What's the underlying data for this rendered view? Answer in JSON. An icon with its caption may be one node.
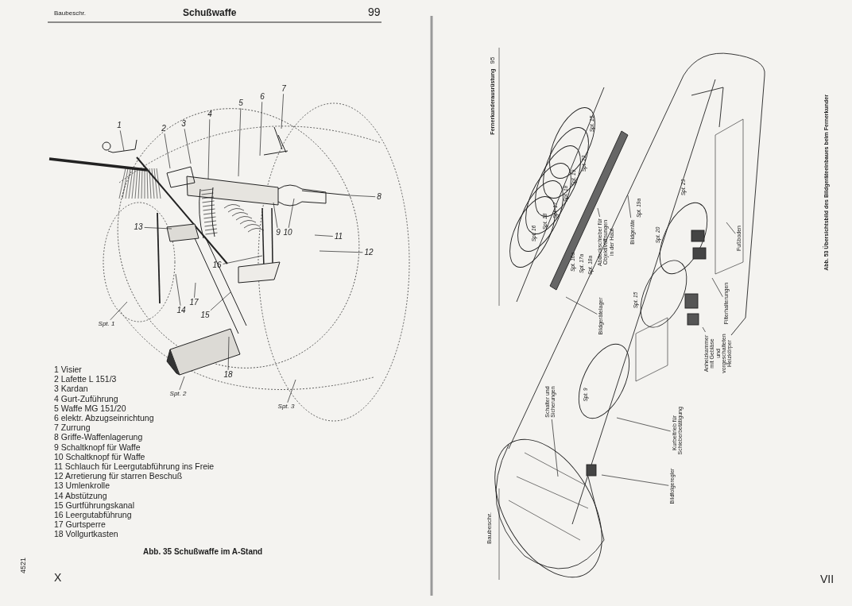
{
  "diagram": {
    "title": "Schußwaffe",
    "caption": "Abb. 35 Schußwaffe im A-Stand",
    "nodes": [
      {
        "text": [
          "1"
        ]
      },
      {
        "text": [
          "2"
        ]
      },
      {
        "text": [
          "3"
        ]
      },
      {
        "text": [
          "4"
        ]
      },
      {
        "text": [
          "5"
        ]
      },
      {
        "text": [
          "6"
        ]
      },
      {
        "text": [
          "7"
        ]
      },
      {
        "text": [
          "8"
        ]
      },
      {
        "text": [
          "9"
        ]
      },
      {
        "text": [
          "10"
        ]
      },
      {
        "text": [
          "11"
        ]
      },
      {
        "text": [
          "12"
        ]
      },
      {
        "text": [
          "13"
        ]
      },
      {
        "text": [
          "14"
        ]
      },
      {
        "text": [
          "15"
        ]
      },
      {
        "text": [
          "16"
        ]
      },
      {
        "text": [
          "17"
        ]
      },
      {
        "text": [
          "18"
        ]
      },
      {
        "text": [
          "Spt. 1"
        ]
      },
      {
        "text": [
          "Spt. 2"
        ]
      },
      {
        "text": [
          "Spt. 3"
        ]
      },
      {
        "text": [
          "Abdeckschieber für Objektivöffnungen in der Haut"
        ]
      },
      {
        "text": [
          "Bildgeräte"
        ]
      },
      {
        "text": [
          "Bildgerätelager"
        ]
      },
      {
        "text": [
          "Fußboden"
        ]
      },
      {
        "text": [
          "Filterhalterungen"
        ]
      },
      {
        "text": [
          "Anheizkammer mit Gebläse und vorgeschalteten Heizkörper"
        ]
      },
      {
        "text": [
          "Schalter und Sicherungen"
        ]
      },
      {
        "text": [
          "Kurbeltrieb für Schieberbetätigung"
        ]
      },
      {
        "text": [
          "Bildfolgeregler"
        ]
      }
    ],
    "edges": [
      {
        "from": 0,
        "to": null,
        "arrow": "none"
      },
      {
        "from": 1,
        "to": null,
        "arrow": "none"
      },
      {
        "from": 2,
        "to": null,
        "arrow": "none"
      },
      {
        "from": 3,
        "to": null,
        "arrow": "none"
      },
      {
        "from": 4,
        "to": null,
        "arrow": "none"
      },
      {
        "from": 5,
        "to": null,
        "arrow": "none"
      },
      {
        "from": 6,
        "to": null,
        "arrow": "none"
      },
      {
        "from": 7,
        "to": null,
        "arrow": "none"
      },
      {
        "from": 8,
        "to": null,
        "arrow": "none"
      },
      {
        "from": 9,
        "to": null,
        "arrow": "none"
      },
      {
        "from": 10,
        "to": null,
        "arrow": "none"
      },
      {
        "from": 11,
        "to": null,
        "arrow": "none"
      },
      {
        "from": 12,
        "to": null,
        "arrow": "none"
      },
      {
        "from": 13,
        "to": null,
        "arrow": "none"
      },
      {
        "from": 14,
        "to": null,
        "arrow": "none"
      },
      {
        "from": 15,
        "to": null,
        "arrow": "none"
      },
      {
        "from": 16,
        "to": null,
        "arrow": "none"
      },
      {
        "from": 17,
        "to": null,
        "arrow": "none"
      },
      {
        "from": 18,
        "to": null,
        "arrow": "none"
      },
      {
        "from": 19,
        "to": null,
        "arrow": "none"
      },
      {
        "from": 20,
        "to": null,
        "arrow": "none"
      },
      {
        "from": 21,
        "to": null,
        "arrow": "none"
      },
      {
        "from": 22,
        "to": null,
        "arrow": "none"
      },
      {
        "from": 23,
        "to": null,
        "arrow": "none"
      },
      {
        "from": 24,
        "to": null,
        "arrow": "none"
      },
      {
        "from": 25,
        "to": null,
        "arrow": "none"
      },
      {
        "from": 26,
        "to": null,
        "arrow": "none"
      },
      {
        "from": 27,
        "to": null,
        "arrow": "none"
      },
      {
        "from": 28,
        "to": null,
        "arrow": "none"
      },
      {
        "from": 29,
        "to": null,
        "arrow": "none"
      }
    ],
    "labels": [
      "Baubeschr.",
      "99",
      "1 Visier",
      "2 Lafette L 151/3",
      "3 Kardan",
      "4 Gurt-Zuführung",
      "5 Waffe MG 151/20",
      "6 elektr. Abzugseinrichtung",
      "7 Zurrung",
      "8 Griffe-Waffenlagerung",
      "9 Schaltknopf für Waffe",
      "10 Schaltknopf für Waffe",
      "11 Schlauch für Leergutabführung ins Freie",
      "12 Arretierung für starren Beschuß",
      "13 Umlenkrolle",
      "14 Abstützung",
      "15 Gurtführungskanal",
      "16 Leergutabführung",
      "17 Gurtsperre",
      "18 Vollgurtkasten",
      "X",
      "4521",
      "95",
      "Fernerkunderausrüstung",
      "Abb. 53 Übersichtsbild des Bildgeräteeinbaues beim Fernerkunder",
      "Spt. 16",
      "Spt. 18",
      "Spt. 17",
      "Spt. 18",
      "Spt. 19",
      "Spt. 23",
      "Spt. 15",
      "Spt. 16a",
      "Spt. 17a",
      "Spt. 18a",
      "Spt. 19a",
      "Spt. 20",
      "Spt. 23",
      "Spt. 15",
      "Spt. 9",
      "Baubeschr.",
      "VII"
    ]
  }
}
